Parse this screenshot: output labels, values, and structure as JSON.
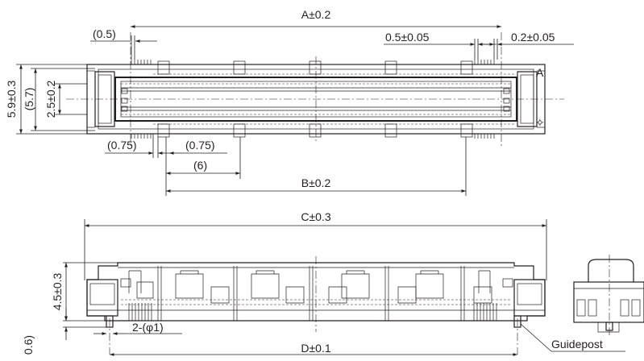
{
  "top_view": {
    "dim_a": "A±0.2",
    "dim_b": "B±0.2",
    "pitch_half": "(0.5)",
    "pitch": "0.5±0.05",
    "pin_width": "0.2±0.05",
    "height_outer": "5.9±0.3",
    "height_inner": "(5.7)",
    "height_center": "2.5±0.2",
    "offset_left": "(0.75)",
    "offset_right": "(0.75)",
    "span_six": "(6)",
    "marker_a": "A"
  },
  "front_view": {
    "dim_c": "C±0.3",
    "dim_d": "D±0.1",
    "height": "4.5±0.3",
    "post_height": "0.6)",
    "hole_note": "2-(φ1)",
    "guidepost_label": "Guidepost"
  },
  "colors": {
    "line": "#231f20",
    "background": "#ffffff"
  }
}
